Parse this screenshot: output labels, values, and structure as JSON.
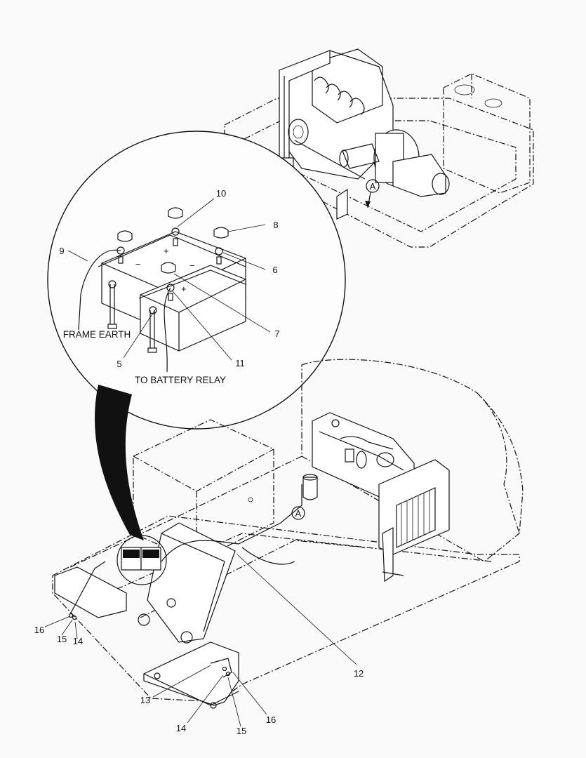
{
  "callouts": {
    "c10": "10",
    "c8": "8",
    "c9": "9",
    "c6": "6",
    "c7": "7",
    "c5": "5",
    "c11": "11",
    "c12": "12",
    "c13": "13",
    "c14a": "14",
    "c15a": "15",
    "c16a": "16",
    "c14b": "14",
    "c15b": "15",
    "c16b": "16"
  },
  "captions": {
    "frame_earth": "FRAME EARTH",
    "to_battery_relay": "TO BATTERY RELAY"
  },
  "markers": {
    "a_top": "A",
    "a_bottom": "A"
  },
  "battery_marks": {
    "plus": "+",
    "minus": "−"
  }
}
